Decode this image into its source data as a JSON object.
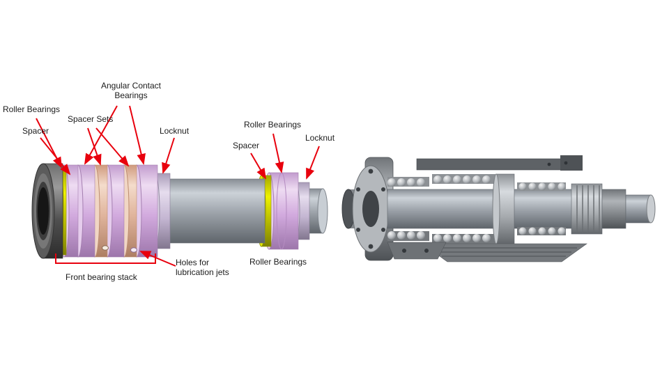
{
  "figure": {
    "description_left": "Exploded CAD diagram of spindle front bearing stack",
    "description_right": "Grayscale cutaway render of assembled spindle"
  },
  "colors": {
    "arrow_red": "#e8000d",
    "label_text": "#1b1b1b",
    "bearing_lavender": "#d2aade",
    "spacer_salmon": "#e0b49c",
    "ring_yellow": "#e6ea00",
    "shaft_gray": "#a0a6ad",
    "nose_dark_gray": "#4a4a4a",
    "background": "#ffffff"
  },
  "diagram": {
    "labels": {
      "angular_contact": "Angular Contact Bearings",
      "roller_bearings_left": "Roller Bearings",
      "spacer_left": "Spacer",
      "spacer_sets": "Spacer Sets",
      "locknut_left": "Locknut",
      "roller_bearings_right": "Roller Bearings",
      "spacer_right": "Spacer",
      "locknut_right": "Locknut",
      "lubrication_holes": "Holes for lubrication jets",
      "roller_bearings_bottom": "Roller Bearings",
      "front_bearing_stack": "Front bearing stack"
    }
  }
}
